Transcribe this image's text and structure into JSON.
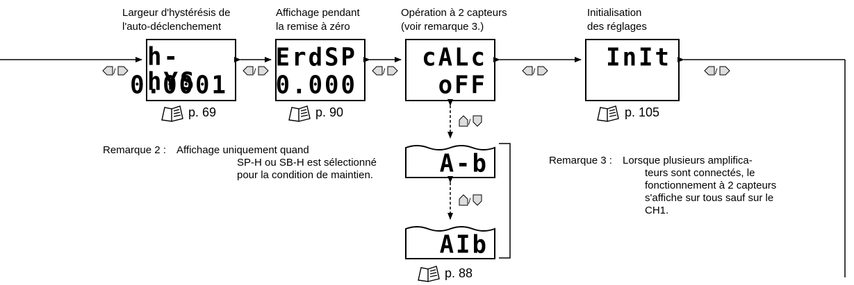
{
  "labels": {
    "hys_l1": "Largeur d'hystérésis de",
    "hys_l2": "l'auto-déclenchement",
    "zero_l1": "Affichage pendant",
    "zero_l2": "la remise à zéro",
    "calc_l1": "Opération à 2 capteurs",
    "calc_l2": "(voir remarque 3.)",
    "init_l1": "Initialisation",
    "init_l2": "des réglages"
  },
  "displays": {
    "hys": {
      "top": "h-hYS",
      "bottom": "0.0001"
    },
    "zero": {
      "top": "ErdSP",
      "bottom": "0.000"
    },
    "calc": {
      "top": "cALc",
      "bottom": "oFF"
    },
    "init": {
      "top": "InIt"
    },
    "ab": {
      "top": "A-b"
    },
    "aib": {
      "top": "AIb"
    }
  },
  "refs": {
    "hys": "p. 69",
    "zero": "p. 90",
    "init": "p. 105",
    "ab": "p. 88"
  },
  "notes": {
    "r2_head": "Remarque 2 :",
    "r2_l1": "Affichage uniquement quand",
    "r2_l2": "SP-H ou SB-H est sélectionné",
    "r2_l3": "pour la condition de maintien.",
    "r3_head": "Remarque 3 :",
    "r3_l1": "Lorsque plusieurs amplifica-",
    "r3_l2": "teurs sont connectés, le",
    "r3_l3": "fonctionnement à 2 capteurs",
    "r3_l4": "s'affiche sur tous sauf sur le",
    "r3_l5": "CH1."
  },
  "icons": [
    "left-right-key-icon",
    "up-down-key-icon",
    "manual-book-icon"
  ]
}
